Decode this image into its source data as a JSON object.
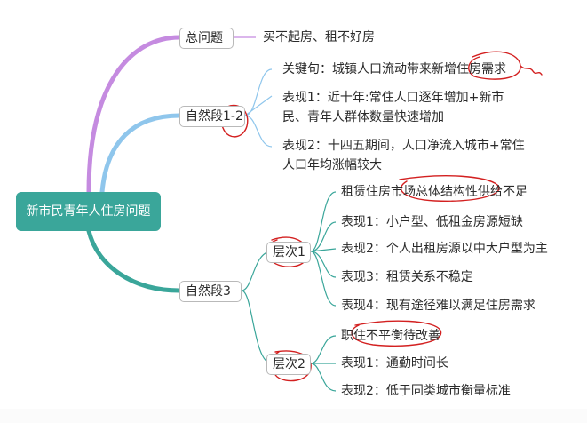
{
  "mindmap": {
    "root": "新市民青年人住房问题",
    "branch1": {
      "label": "总问题",
      "leaf": "买不起房、租不好房"
    },
    "branch2": {
      "label": "自然段1-2",
      "leaves": [
        "关键句：城镇人口流动带来新增住房需求",
        "表现1：近十年:常住人口逐年增加+新市民、青年人群体数量快速增加",
        "表现2：十四五期间，人口净流入城市+常住人口年均涨幅较大"
      ]
    },
    "branch3": {
      "label": "自然段3",
      "level1": {
        "label": "层次1",
        "leaves": [
          "租赁住房市场总体结构性供给不足",
          "表现1：小户型、低租金房源短缺",
          "表现2：个人出租房源以中大户型为主",
          "表现3：租赁关系不稳定",
          "表现4：现有途径难以满足住房需求"
        ]
      },
      "level2": {
        "label": "层次2",
        "leaves": [
          "职住不平衡待改善",
          "表现1：通勤时间长",
          "表现2：低于同类城市衡量标准"
        ]
      }
    }
  },
  "colors": {
    "root_fill": "#3aa69a",
    "branch1_line": "#c58be0",
    "branch2_line": "#8fc6ec",
    "branch3_line": "#3aa69a",
    "annotation_ink": "#d32020"
  }
}
